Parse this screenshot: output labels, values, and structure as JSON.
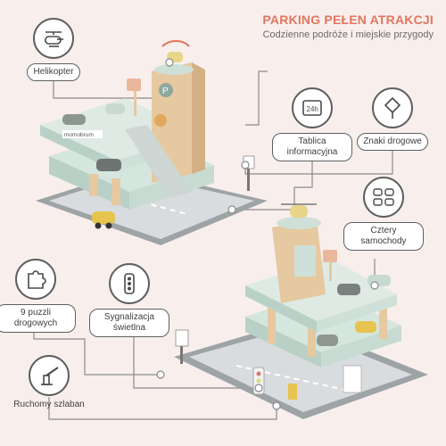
{
  "header": {
    "title": "PARKING PEŁEN ATRAKCJI",
    "subtitle": "Codzienne podróże i miejskie przygody"
  },
  "features": {
    "helicopter": "Helikopter",
    "board": "Tablica informacyjna",
    "board_icon_text": "24h",
    "signs": "Znaki drogowe",
    "cars": "Cztery samochody",
    "puzzles": "9 puzzli drogowych",
    "lights": "Sygnalizacja świetlna",
    "barrier": "Ruchomy szlaban"
  },
  "toy": {
    "brand_text": "momobrum"
  },
  "colors": {
    "accent": "#e2765e",
    "background": "#f8efed",
    "mint": "#cfe0d8",
    "wood": "#e6c9a0",
    "road": "#9ea3a6"
  }
}
